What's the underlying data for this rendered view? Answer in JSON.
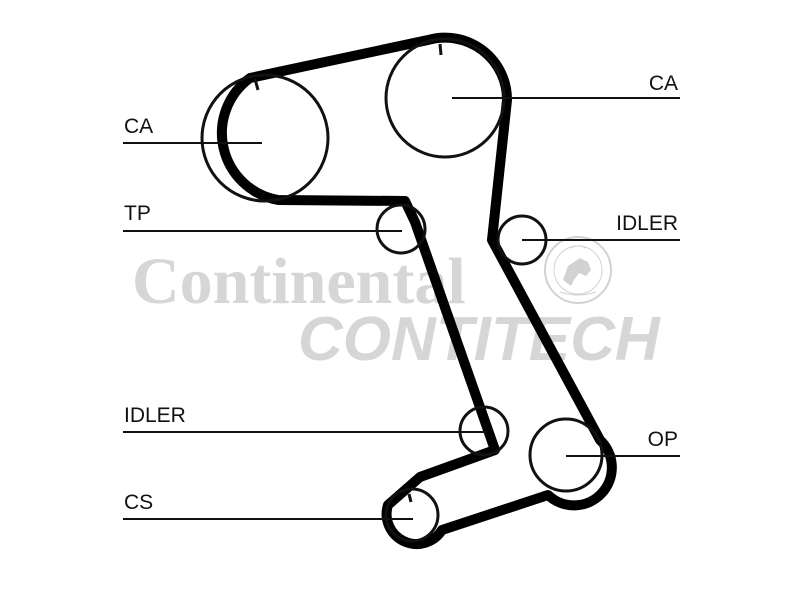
{
  "diagram": {
    "callouts": {
      "ca_left": "CA",
      "ca_right": "CA",
      "tp": "TP",
      "idler_right": "IDLER",
      "idler_left": "IDLER",
      "cs": "CS",
      "op": "OP"
    },
    "watermark": {
      "brand": "Continental",
      "sub": "CONTITECH"
    }
  },
  "colors": {
    "belt": "#000000",
    "outline": "#111111",
    "watermark": "#d6d6d6"
  }
}
